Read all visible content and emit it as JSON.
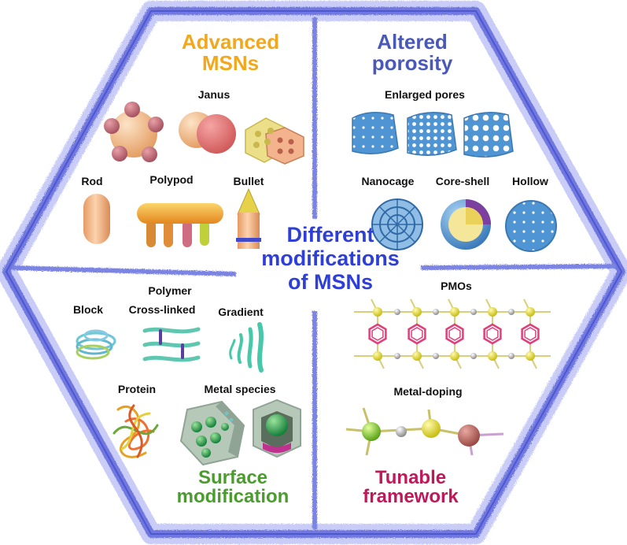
{
  "center_title": [
    "Different",
    "modifications",
    "of MSNs"
  ],
  "quadrants": {
    "advanced": {
      "title": [
        "Advanced",
        "MSNs"
      ],
      "color": "#f2a81c"
    },
    "porosity": {
      "title": [
        "Altered",
        "porosity"
      ],
      "color": "#4a58b8"
    },
    "surface": {
      "title": [
        "Surface",
        "modification"
      ],
      "color": "#4a9c2e"
    },
    "framework": {
      "title": [
        "Tunable",
        "framework"
      ],
      "color": "#c0185a"
    }
  },
  "labels": {
    "janus": "Janus",
    "rod": "Rod",
    "polypod": "Polypod",
    "bullet": "Bullet",
    "enlarged_pores": "Enlarged pores",
    "nanocage": "Nanocage",
    "core_shell": "Core-shell",
    "hollow": "Hollow",
    "polymer": "Polymer",
    "block": "Block",
    "cross_linked": "Cross-linked",
    "gradient": "Gradient",
    "protein": "Protein",
    "metal_species": "Metal species",
    "pmos": "PMOs",
    "metal_doping": "Metal-doping"
  },
  "colors": {
    "border": "#6f78e0",
    "frame_fill": "#9aa2ee",
    "silica_blue": "#4f95d4",
    "peach": "#f3b887",
    "orange": "#f0a030",
    "benzene": "#e0407a",
    "yellow_atom": "#e8e030",
    "green": "#2fa84f"
  }
}
